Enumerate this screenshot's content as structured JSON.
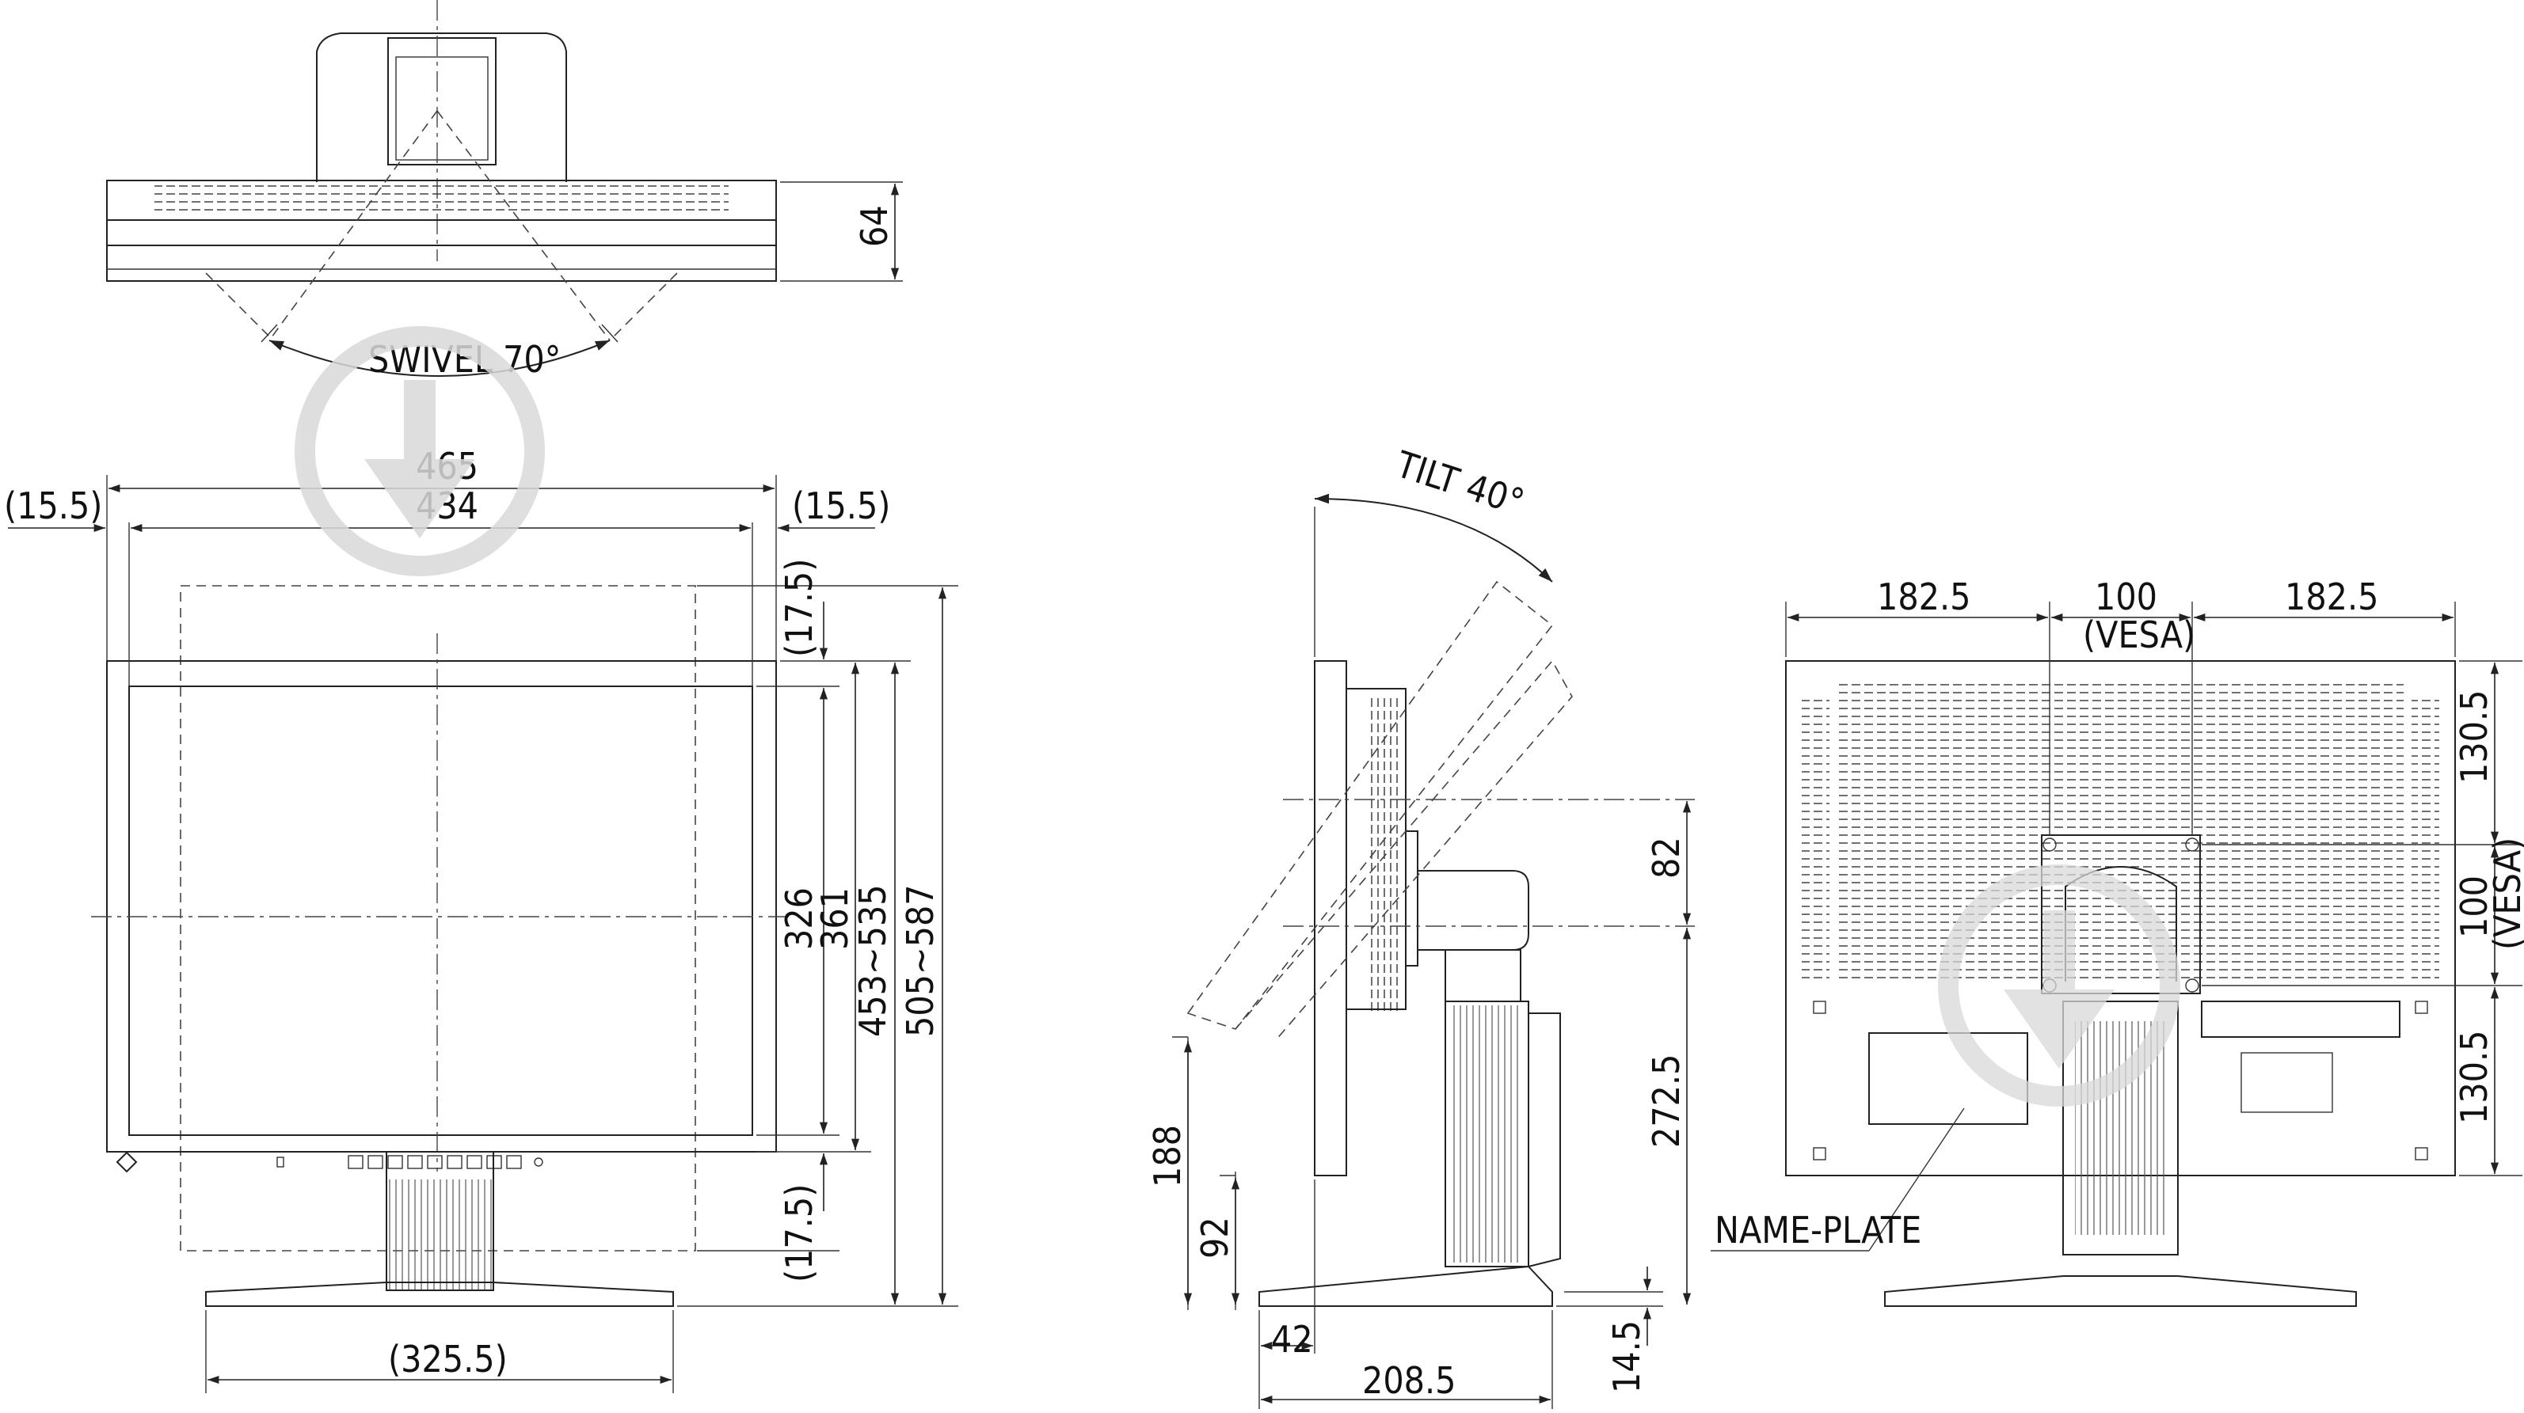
{
  "views": {
    "top": {
      "depth": "64",
      "swivel": "SWIVEL 70°"
    },
    "front": {
      "overall_width": "465",
      "screen_width": "434",
      "bezel_left": "(15.5)",
      "bezel_right": "(15.5)",
      "bezel_top": "(17.5)",
      "bezel_bottom": "(17.5)",
      "screen_height": "326",
      "outer_height": "361",
      "height_range_a": "453~535",
      "height_range_b": "505~587",
      "base_width": "(325.5)"
    },
    "side": {
      "tilt": "TILT 40°",
      "pivot_offset": "82",
      "stand_height": "272.5",
      "bottom_height_max": "188",
      "bottom_height_min": "92",
      "front_offset": "42",
      "base_depth": "208.5",
      "base_thickness": "14.5"
    },
    "rear": {
      "side_left": "182.5",
      "vesa_width": "100",
      "vesa_label": "(VESA)",
      "side_right": "182.5",
      "top_offset": "130.5",
      "vesa_height": "100",
      "vesa_label_vertical": "(VESA)",
      "bottom_offset": "130.5",
      "name_plate": "NAME-PLATE"
    }
  },
  "colors": {
    "line": "#222222",
    "watermark": "#d9d9d9"
  },
  "icons": [
    "download-icon"
  ]
}
